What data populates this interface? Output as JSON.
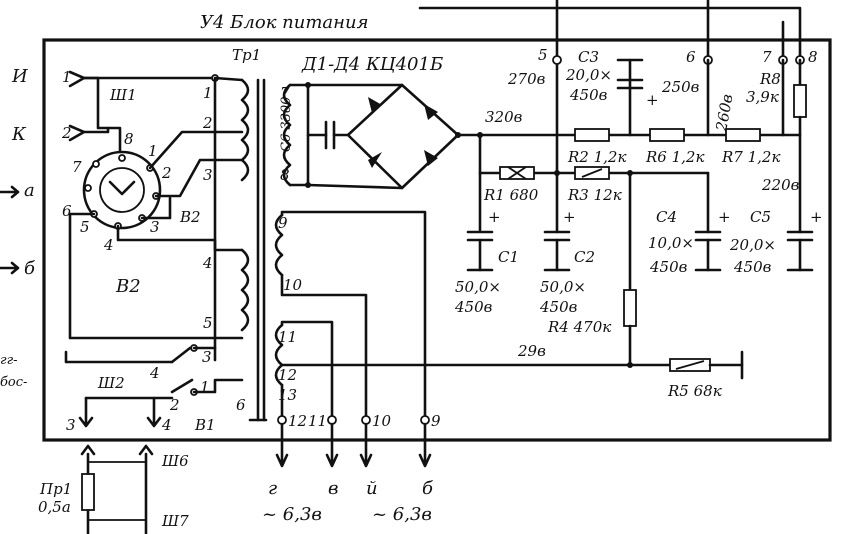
{
  "title": "У4 Блок питания",
  "transformer": "Тр1",
  "rectifier": "Д1-Д4 КЦ401Б",
  "capacitor_c6": "С6 3300",
  "components": {
    "r1": "R1 680",
    "r2": "R2 1,2к",
    "r3": "R3 12к",
    "r4": "R4 470к",
    "r5": "R5 68к",
    "r6": "R6 1,2к",
    "r7": "R7 1,2к",
    "r8": "R8",
    "r8_value": "3,9к",
    "c1": "C1",
    "c1_value_a": "50,0×",
    "c1_value_b": "450в",
    "c2": "C2",
    "c2_value_a": "50,0×",
    "c2_value_b": "450в",
    "c3": "C3",
    "c3_value_a": "20,0×",
    "c3_value_b": "450в",
    "c4": "C4",
    "c4_value_a": "10,0×",
    "c4_value_b": "450в",
    "c5": "C5",
    "c5_value_a": "20,0×",
    "c5_value_b": "450в"
  },
  "voltages": {
    "v270": "270в",
    "v320": "320в",
    "v250": "250в",
    "v260": "260в",
    "v220": "220в",
    "v29": "29в"
  },
  "outputs": {
    "out_g": "г",
    "out_v": "в",
    "out_y": "й",
    "out_b": "б",
    "ac_left": "~ 6,3в",
    "ac_right": "~ 6,3в"
  },
  "connectors": {
    "w1": "Ш1",
    "w2": "Ш2",
    "w6": "Ш6",
    "w7": "Ш7",
    "b1": "В1",
    "b2": "В2",
    "b2_top": "В2",
    "pr1": "Пр1",
    "pr1_value": "0,5а"
  },
  "left_labels": {
    "i": "И",
    "k": "К",
    "a": "а",
    "b": "б",
    "frag1": "гг-",
    "frag2": "бос-"
  },
  "terminals": {
    "t5": "5",
    "t6": "6",
    "t7": "7",
    "t8": "8",
    "b12": "12",
    "b11": "11",
    "b10": "10",
    "b9": "9",
    "w2_3": "3",
    "w2_4": "4",
    "in1": "1",
    "in2": "2",
    "sw1": "1",
    "sw2": "2",
    "sw3": "3",
    "sw4": "4",
    "sw5": "5",
    "sw6": "6",
    "sw7": "7",
    "sw8": "8"
  },
  "windings": {
    "p1": "1",
    "p2": "2",
    "p3": "3",
    "p4": "4",
    "p5": "5",
    "p6": "6",
    "s7": "7",
    "s8": "8",
    "s9": "9",
    "s10": "10",
    "s11": "11",
    "s12": "12",
    "s13": "13",
    "b1_1": "1",
    "b1_2": "2",
    "b1_3": "3",
    "b1_4": "4"
  }
}
